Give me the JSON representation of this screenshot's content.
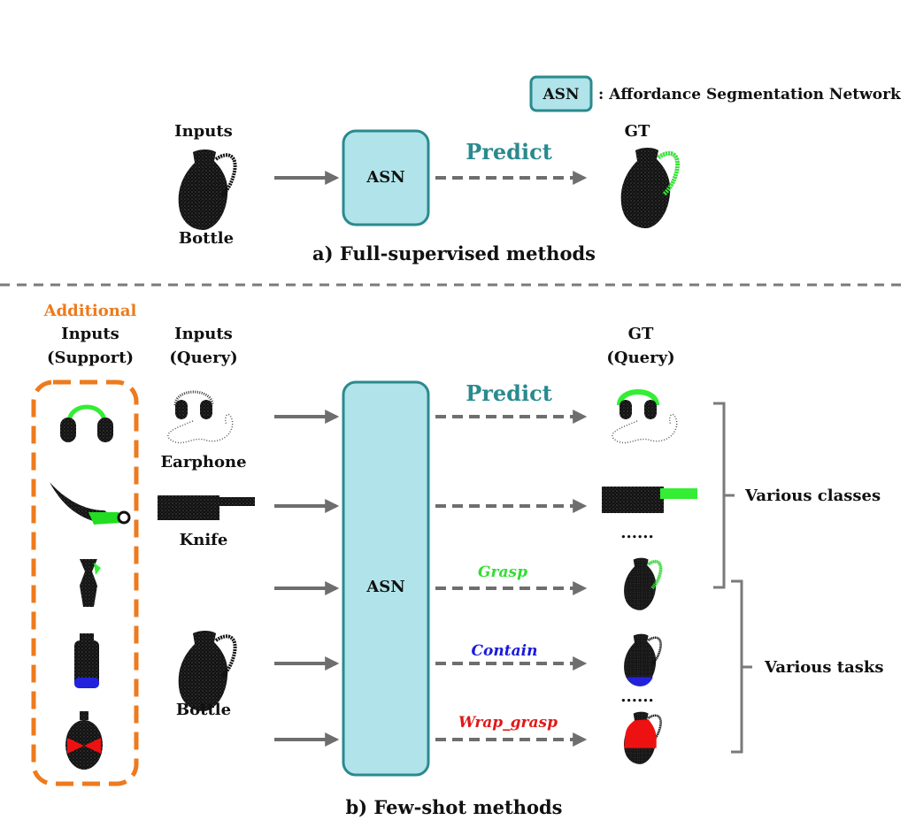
{
  "legend": {
    "box_label": "ASN",
    "description": ":  Affordance Segmentation Network"
  },
  "section_a": {
    "inputs_label": "Inputs",
    "input_name": "Bottle",
    "network_label": "ASN",
    "predict_label": "Predict",
    "gt_label": "GT",
    "caption": "a) Full-supervised methods"
  },
  "section_b": {
    "additional_label": "Additional",
    "support_header_line1": "Inputs",
    "support_header_line2": "(Support)",
    "query_header_line1": "Inputs",
    "query_header_line2": "(Query)",
    "gt_header_line1": "GT",
    "gt_header_line2": "(Query)",
    "network_label": "ASN",
    "predict_label": "Predict",
    "query_names": [
      "Earphone",
      "Knife",
      "Bottle"
    ],
    "tasks": [
      {
        "label": "Grasp",
        "color": "#33dd33"
      },
      {
        "label": "Contain",
        "color": "#1a1ad8"
      },
      {
        "label": "Wrap_grasp",
        "color": "#e01818"
      }
    ],
    "ellipsis": "......",
    "bracket_classes_label": "Various classes",
    "bracket_tasks_label": "Various tasks",
    "caption": "b) Few-shot methods"
  },
  "colors": {
    "asn_fill": "#b0e4ea",
    "asn_stroke": "#2a8a8e",
    "teal_text": "#2a8a8e",
    "orange": "#ee7a1c",
    "arrow_gray": "#6e6e6e",
    "highlight_green": "#33ee33",
    "highlight_blue": "#2222dd",
    "highlight_red": "#ee1111",
    "object_black": "#111111"
  },
  "icons": {
    "point_cloud_objects": [
      "bottle",
      "earphone",
      "knife",
      "vase",
      "jar",
      "round-bottle"
    ]
  }
}
